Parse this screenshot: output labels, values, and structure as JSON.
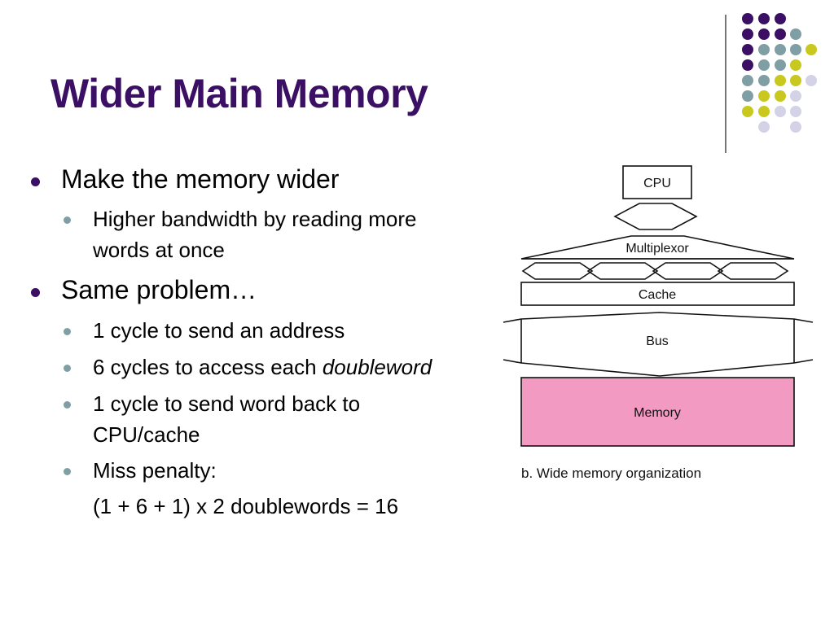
{
  "title": "Wider Main Memory",
  "bullets": [
    {
      "level": 1,
      "text": "Make the memory wider"
    },
    {
      "level": 2,
      "line1": "Higher bandwidth by reading more",
      "line2": "words at once"
    },
    {
      "level": 1,
      "text": "Same problem…"
    },
    {
      "level": 2,
      "text": "1 cycle to send an address"
    },
    {
      "level": 2,
      "text_prefix": "6 cycles to access each ",
      "text_emph": "doubleword"
    },
    {
      "level": 2,
      "line1": "1 cycle to send word back to",
      "line2": "CPU/cache"
    },
    {
      "level": 2,
      "text": "Miss penalty:"
    },
    {
      "level": 0,
      "text": "(1 + 6 + 1) x 2 doublewords = 16"
    }
  ],
  "diagram": {
    "cpu_label": "CPU",
    "mux_label": "Multiplexor",
    "cache_label": "Cache",
    "bus_label": "Bus",
    "memory_label": "Memory",
    "caption": "b. Wide memory organization",
    "memory_fill": "#f29ac2"
  },
  "colors": {
    "title": "#3b0f63",
    "dot_purple": "#3b0f63",
    "dot_teal": "#7f9fa5",
    "dot_yellow": "#c8c81f",
    "dot_lavender": "#d4d2e6",
    "bullet_l1": "#3b0f63",
    "bullet_l2": "#7f9fa5"
  }
}
